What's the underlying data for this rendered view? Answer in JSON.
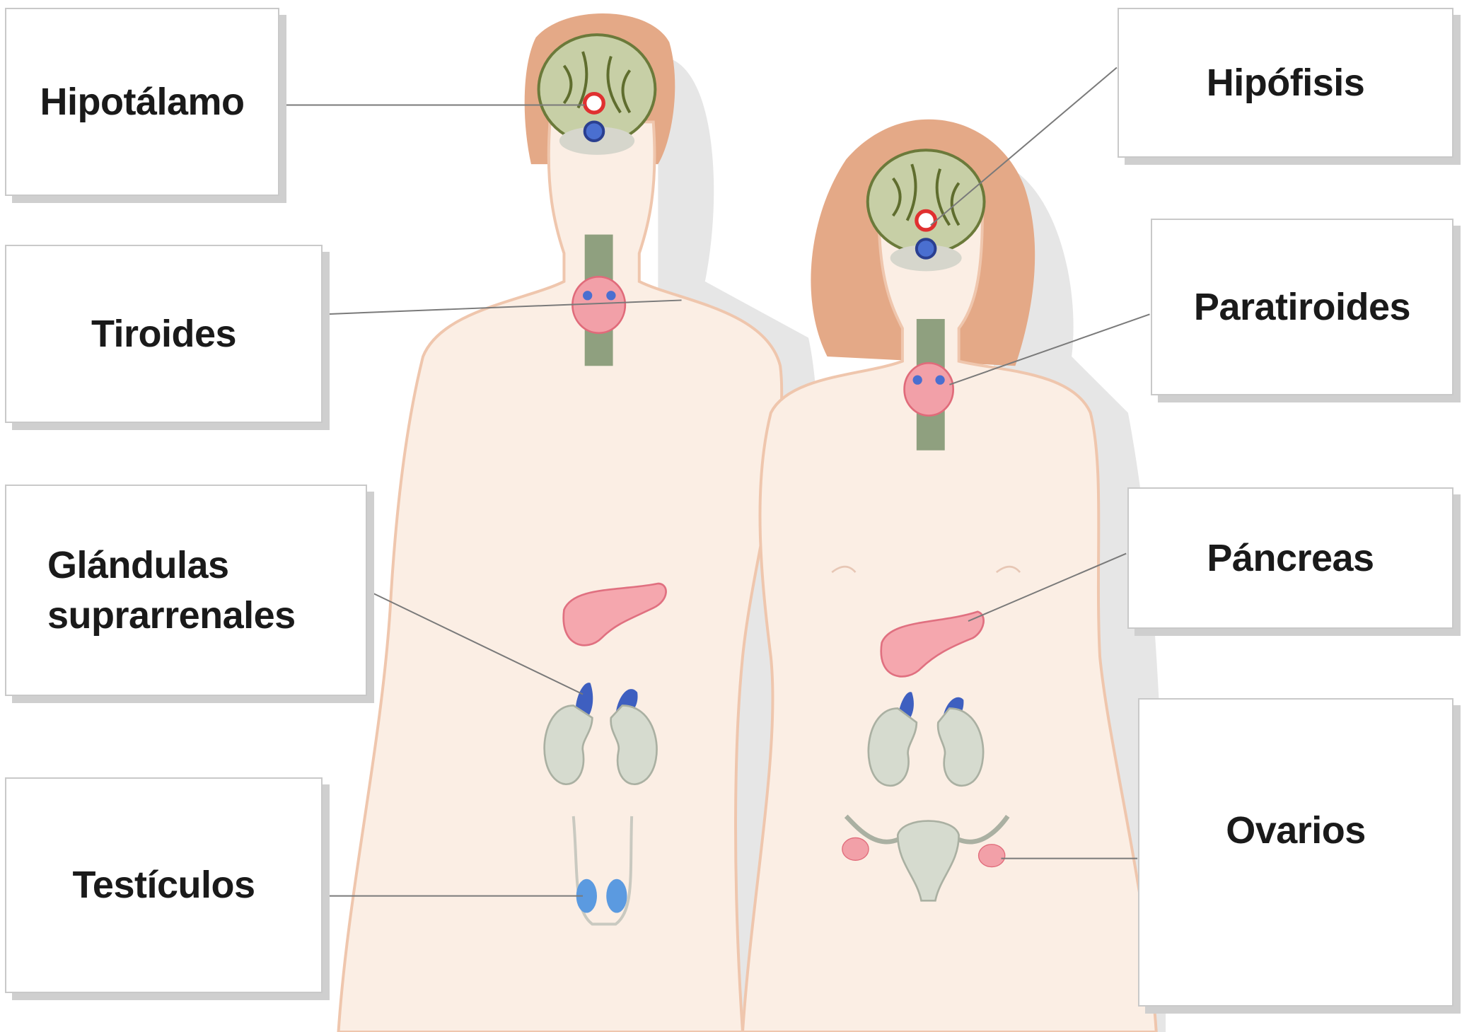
{
  "labels": {
    "hipotalamo": "Hipotálamo",
    "tiroides": "Tiroides",
    "glandulas_line1": "Glándulas",
    "glandulas_line2": "suprarrenales",
    "testiculos": "Testículos",
    "hipofisis": "Hipófisis",
    "paratiroides": "Paratiroides",
    "pancreas": "Páncreas",
    "ovarios": "Ovarios"
  },
  "colors": {
    "skin": "#fbeee4",
    "skin_outline": "#efc6ad",
    "hair": "#e4a987",
    "brain": "#c7cfa6",
    "gland_red": "#f2a0a8",
    "gland_blue": "#4a6fd0",
    "kidney": "#d6dbcf",
    "shadow": "#d8d8d8"
  }
}
